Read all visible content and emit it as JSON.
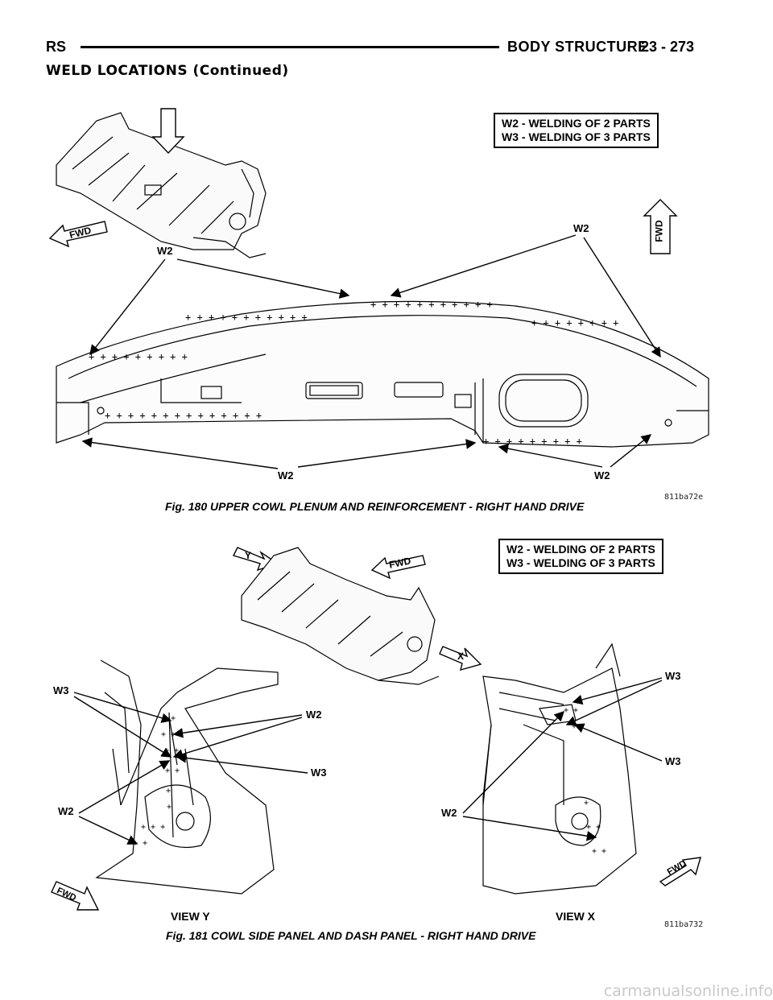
{
  "header": {
    "left": "RS",
    "title": "BODY STRUCTURE",
    "page": "23 - 273"
  },
  "section_title": "WELD LOCATIONS (Continued)",
  "fig180": {
    "legend_line1": "W2 - WELDING OF 2 PARTS",
    "legend_line2": "W3 - WELDING OF 3 PARTS",
    "fwd_label": "FWD",
    "fwd_label_vertical": "FWD",
    "labels": {
      "w2_top_left": "W2",
      "w2_top_right": "W2",
      "w2_bottom_mid": "W2",
      "w2_bottom_right": "W2"
    },
    "code": "811ba72e",
    "caption": "Fig. 180 UPPER COWL PLENUM AND REINFORCEMENT - RIGHT HAND DRIVE"
  },
  "fig181": {
    "legend_line1": "W2 - WELDING OF 2 PARTS",
    "legend_line2": "W3 - WELDING OF 3 PARTS",
    "view_y_marker": "Y",
    "view_x_marker": "X",
    "fwd_label": "FWD",
    "fwd_label_left": "FWD",
    "fwd_label_right": "FWD",
    "labels": {
      "w3_left": "W3",
      "w2_mid_left": "W2",
      "w3_mid_left": "W3",
      "w2_low_left": "W2",
      "w3_right_top": "W3",
      "w3_right_mid": "W3",
      "w2_right": "W2"
    },
    "view_y": "VIEW Y",
    "view_x": "VIEW X",
    "code": "811ba732",
    "caption": "Fig. 181 COWL SIDE PANEL AND DASH PANEL - RIGHT HAND DRIVE"
  },
  "watermark": "carmanualsonline.info"
}
